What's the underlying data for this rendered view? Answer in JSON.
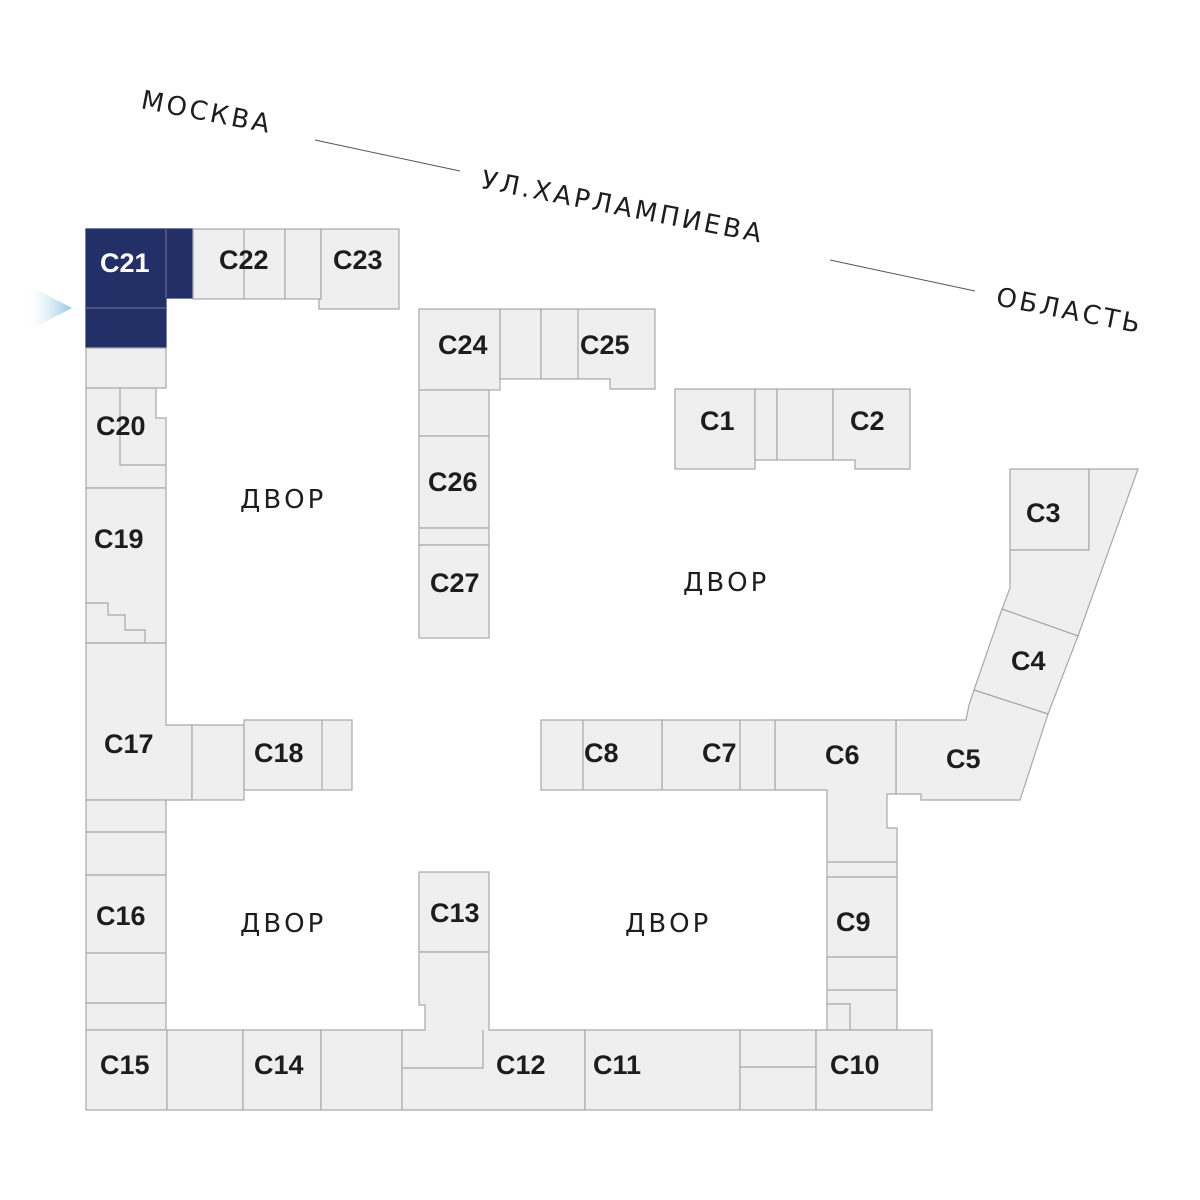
{
  "street": {
    "part1": "МОСКВА",
    "part2": "УЛ.ХАРЛАМПИЕВА",
    "part3": "ОБЛАСТЬ"
  },
  "yards": {
    "nw": "ДВОР",
    "center": "ДВОР",
    "sw": "ДВОР",
    "south": "ДВОР"
  },
  "units": {
    "c1": "С1",
    "c2": "С2",
    "c3": "С3",
    "c4": "С4",
    "c5": "С5",
    "c6": "С6",
    "c7": "С7",
    "c8": "С8",
    "c9": "С9",
    "c10": "С10",
    "c11": "С11",
    "c12": "С12",
    "c13": "С13",
    "c14": "С14",
    "c15": "С15",
    "c16": "С16",
    "c17": "С17",
    "c18": "С18",
    "c19": "С19",
    "c20": "С20",
    "c21": "С21",
    "c22": "С22",
    "c23": "С23",
    "c24": "С24",
    "c25": "С25",
    "c26": "С26",
    "c27": "С27"
  },
  "selected_unit": "С21",
  "colors": {
    "selected": "#233068",
    "cell_fill": "#efefef",
    "cell_stroke": "#a8a8a8",
    "pointer": "#8fc6e6"
  }
}
